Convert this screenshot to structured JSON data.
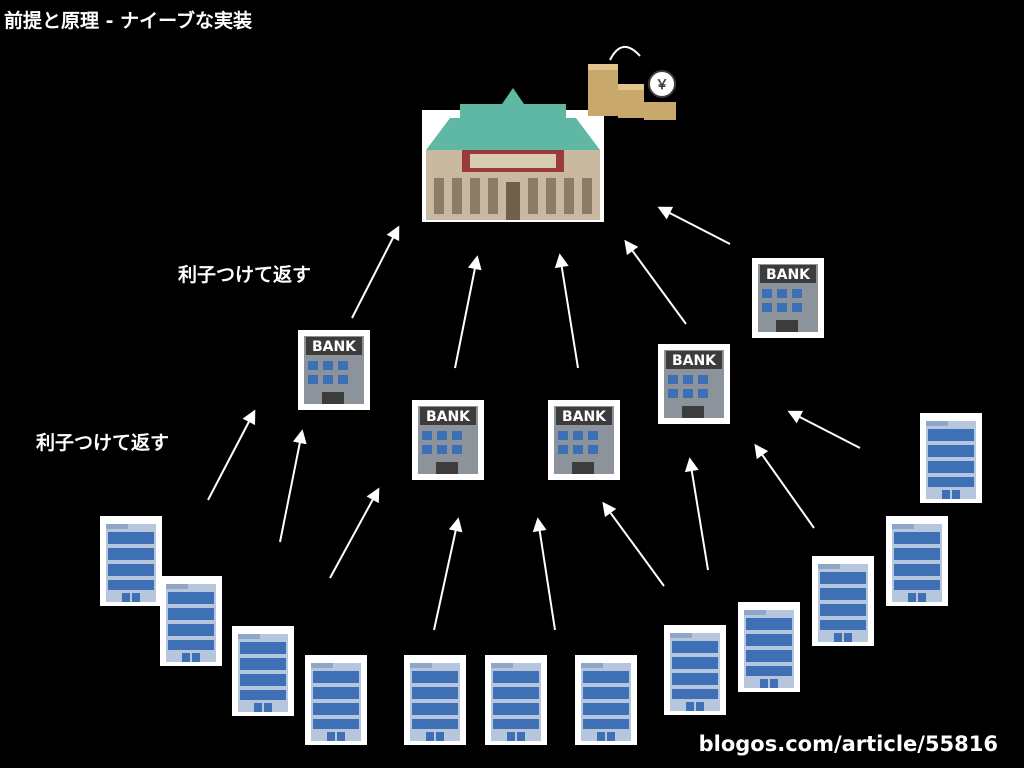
{
  "slide": {
    "title": "前提と原理 - ナイーブな実装",
    "source": "blogos.com/article/55816"
  },
  "labels": {
    "upper_interest": "利子つけて返す",
    "lower_interest": "利子つけて返す"
  },
  "central_bank": {
    "icon": "central-bank-building-icon",
    "money_badge": "￥"
  },
  "banks": [
    {
      "sign": "BANK"
    },
    {
      "sign": "BANK"
    },
    {
      "sign": "BANK"
    },
    {
      "sign": "BANK"
    },
    {
      "sign": "BANK"
    }
  ],
  "colors": {
    "background": "#000000",
    "text": "#ffffff",
    "arrow": "#ffffff",
    "bank_sign": "#3c3c3c",
    "bank_window": "#3b6fb6",
    "office_window": "#3f6fb5",
    "central_roof": "#5fb8a3",
    "central_wall": "#c9b9a0",
    "central_accent": "#9c3a3a"
  }
}
